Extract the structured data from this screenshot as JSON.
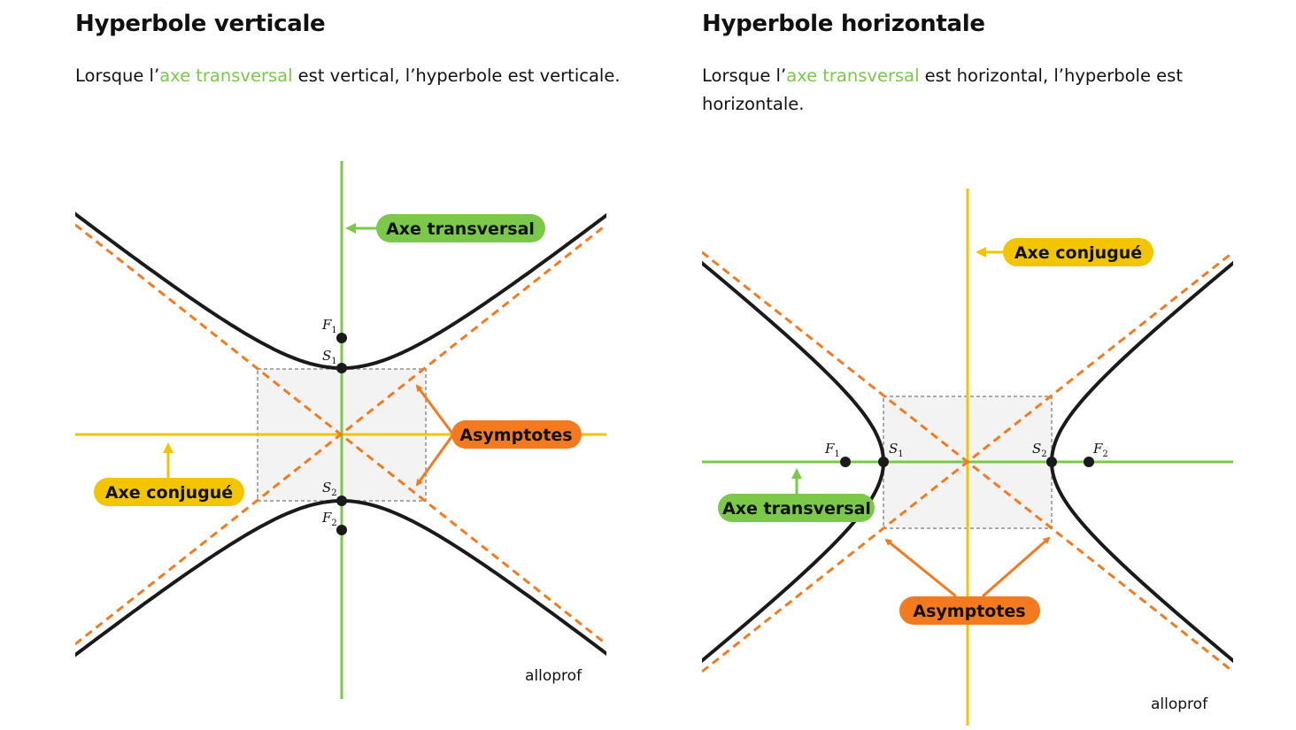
{
  "left": {
    "title": "Hyperbole verticale",
    "text_before": "Lorsque l’",
    "highlight": "axe transversal",
    "text_after": " est vertical, l’hyperbole est verticale.",
    "labels": {
      "transversal": "Axe transversal",
      "conjugate": "Axe conjugué",
      "asymptotes": "Asymptotes",
      "f1": "F",
      "f2": "F",
      "s1": "S",
      "s2": "S",
      "sub1": "1",
      "sub2": "2",
      "logo": "alloprof"
    }
  },
  "right": {
    "title": "Hyperbole horizontale",
    "text_before": "Lorsque l’",
    "highlight": "axe transversal",
    "text_after": " est horizontal, l’hyperbole est horizontale.",
    "labels": {
      "transversal": "Axe transversal",
      "conjugate": "Axe conjugué",
      "asymptotes": "Asymptotes",
      "f1": "F",
      "f2": "F",
      "s1": "S",
      "s2": "S",
      "sub1": "1",
      "sub2": "2",
      "logo": "alloprof"
    }
  },
  "colors": {
    "green": "#7cc84a",
    "yellow": "#f2c500",
    "orange": "#f47a20",
    "curve": "#1a1a1a",
    "box": "#f3f3f3"
  }
}
